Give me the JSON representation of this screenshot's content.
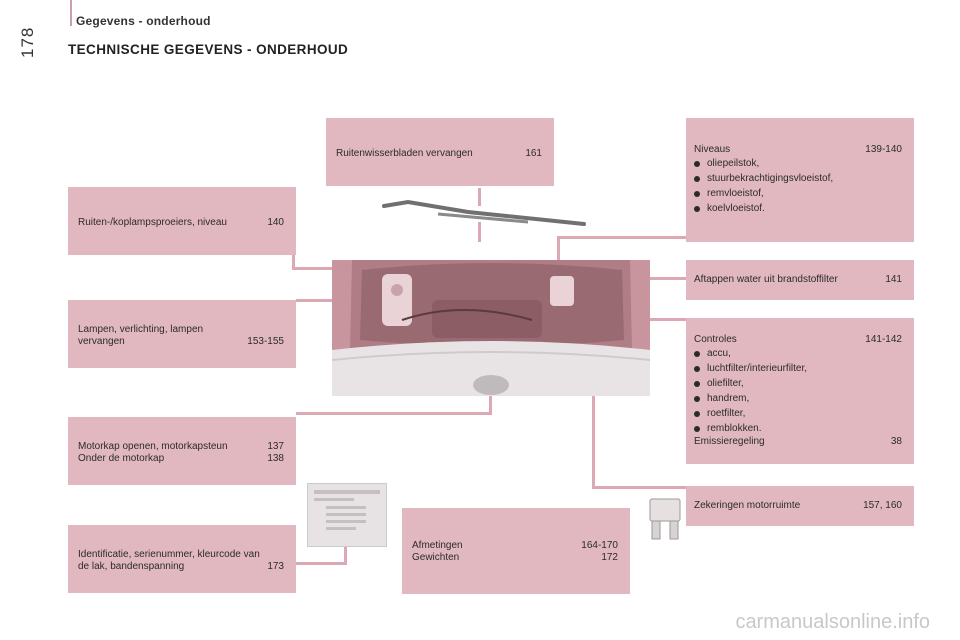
{
  "header": {
    "section": "Gegevens - onderhoud",
    "page_number": "178",
    "title": "TECHNISCHE GEGEVENS - ONDERHOUD"
  },
  "boxes": {
    "ruitenwisser": {
      "label": "Ruitenwisserbladen vervangen",
      "page": "161"
    },
    "ruitensproeiers": {
      "label": "Ruiten-/koplampsproeiers, niveau",
      "page": "140"
    },
    "lampen": {
      "line1": "Lampen, verlichting, lampen",
      "line2": "vervangen",
      "page": "153-155"
    },
    "motorkap": {
      "line1": "Motorkap openen, motorkapsteun",
      "page1": "137",
      "line2": "Onder de motorkap",
      "page2": "138"
    },
    "identificatie": {
      "line1": "Identificatie, serienummer, kleurcode van",
      "line2": "de lak, bandenspanning",
      "page": "173"
    },
    "afmetingen": {
      "line1": "Afmetingen",
      "page1": "164-170",
      "line2": "Gewichten",
      "page2": "172"
    },
    "niveaus": {
      "title": "Niveaus",
      "page": "139-140",
      "items": [
        "oliepeilstok,",
        "stuurbekrachtigingsvloeistof,",
        "remvloeistof,",
        "koelvloeistof."
      ]
    },
    "aftappen": {
      "label": "Aftappen water uit brandstoffilter",
      "page": "141"
    },
    "controles": {
      "title": "Controles",
      "page": "141-142",
      "items": [
        "accu,",
        "luchtfilter/interieurfilter,",
        "oliefilter,",
        "handrem,",
        "roetfilter,",
        "remblokken."
      ],
      "footer": "Emissieregeling",
      "footer_page": "38"
    },
    "zekeringen": {
      "label": "Zekeringen motorruimte",
      "page": "157, 160"
    }
  },
  "watermark": "carmanualsonline.info"
}
